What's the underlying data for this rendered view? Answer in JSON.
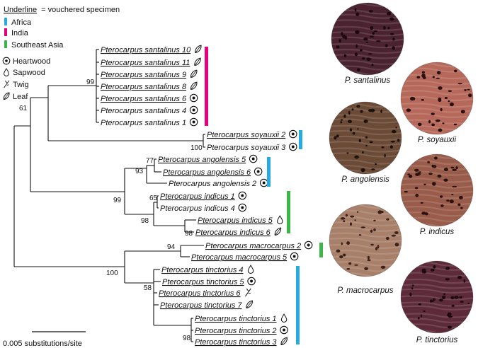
{
  "legend": {
    "underline_word": "Underline",
    "underline_rest": "= vouchered specimen",
    "regions": [
      {
        "label": "Africa",
        "color": "#27aae1"
      },
      {
        "label": "India",
        "color": "#e6007e"
      },
      {
        "label": "Southeast Asia",
        "color": "#3db54a"
      }
    ],
    "tissues": [
      {
        "label": "Heartwood",
        "icon": "heartwood-icon"
      },
      {
        "label": "Sapwood",
        "icon": "sapwood-icon"
      },
      {
        "label": "Twig",
        "icon": "twig-icon"
      },
      {
        "label": "Leaf",
        "icon": "leaf-icon"
      }
    ]
  },
  "taxa": [
    {
      "label": "Pterocarpus santalinus 10",
      "underlined": true,
      "icon": "leaf-icon"
    },
    {
      "label": "Pterocarpus santalinus 11",
      "underlined": true,
      "icon": "leaf-icon"
    },
    {
      "label": "Pterocarpus santalinus 9",
      "underlined": true,
      "icon": "leaf-icon"
    },
    {
      "label": "Pterocarpus santalinus 8",
      "underlined": true,
      "icon": "leaf-icon"
    },
    {
      "label": "Pterocarpus santalinus 6",
      "underlined": true,
      "icon": "heartwood-icon"
    },
    {
      "label": "Pterocarpus santalinus 4",
      "underlined": false,
      "icon": "heartwood-icon"
    },
    {
      "label": "Pterocarpus santalinus 1",
      "underlined": false,
      "icon": "heartwood-icon"
    },
    {
      "label": "Pterocarpus soyauxii 2",
      "underlined": true,
      "icon": "heartwood-icon"
    },
    {
      "label": "Pterocarpus soyauxii 3",
      "underlined": false,
      "icon": "heartwood-icon"
    },
    {
      "label": "Pterocarpus angolensis 5",
      "underlined": true,
      "icon": "heartwood-icon"
    },
    {
      "label": "Pterocarpus angolensis 6",
      "underlined": true,
      "icon": "heartwood-icon"
    },
    {
      "label": "Pterocarpus angolensis 2",
      "underlined": false,
      "icon": "heartwood-icon"
    },
    {
      "label": "Pterocarpus indicus 1",
      "underlined": true,
      "icon": "heartwood-icon"
    },
    {
      "label": "Pterocarpus indicus 4",
      "underlined": false,
      "icon": "heartwood-icon"
    },
    {
      "label": "Pterocarpus indicus 5",
      "underlined": true,
      "icon": "sapwood-icon"
    },
    {
      "label": "Pterocarpus indicus 6",
      "underlined": true,
      "icon": "leaf-icon"
    },
    {
      "label": "Pterocarpus macrocarpus 2",
      "underlined": true,
      "icon": "heartwood-icon"
    },
    {
      "label": "Pterocarpus macrocarpus 5",
      "underlined": true,
      "icon": "heartwood-icon"
    },
    {
      "label": "Pterocarpus tinctorius 4",
      "underlined": true,
      "icon": "sapwood-icon"
    },
    {
      "label": "Pterocarpus tinctorius 5",
      "underlined": true,
      "icon": "heartwood-icon"
    },
    {
      "label": "Pterocarpus tinctorius 6",
      "underlined": true,
      "icon": "twig-icon"
    },
    {
      "label": "Pterocarpus tinctorius 7",
      "underlined": true,
      "icon": "leaf-icon"
    },
    {
      "label": "Pterocarpus tinctorius 1",
      "underlined": true,
      "icon": "sapwood-icon"
    },
    {
      "label": "Pterocarpus tinctorius 2",
      "underlined": true,
      "icon": "heartwood-icon"
    },
    {
      "label": "Pterocarpus tinctorius 3",
      "underlined": true,
      "icon": "leaf-icon"
    }
  ],
  "bootstrap": {
    "santalinus": "99",
    "root_upper": "61",
    "soyauxii": "100",
    "angolensis_a": "77",
    "angolensis_b": "93",
    "indicus_pair": "65",
    "angol_indicus": "99",
    "indicus_all": "98",
    "indicus_56": "98",
    "macrocarpus": "94",
    "macro_tinct": "100",
    "tinct": "58",
    "tinct_123": "98"
  },
  "scale_bar": {
    "label": "0.005 substitutions/site"
  },
  "region_bars": [
    {
      "region": "India",
      "color": "#e6007e"
    },
    {
      "region": "Africa",
      "color": "#27aae1"
    },
    {
      "region": "Africa",
      "color": "#27aae1"
    },
    {
      "region": "Southeast Asia",
      "color": "#3db54a"
    },
    {
      "region": "Southeast Asia",
      "color": "#3db54a"
    },
    {
      "region": "Africa",
      "color": "#27aae1"
    }
  ],
  "wood_images": [
    {
      "caption": "P. santalinus",
      "base": "#4a2230",
      "pore": "#1a0a10"
    },
    {
      "caption": "P. soyauxii",
      "base": "#b6695a",
      "pore": "#2a1010"
    },
    {
      "caption": "P. angolensis",
      "base": "#6b4a36",
      "pore": "#1c120c"
    },
    {
      "caption": "P. indicus",
      "base": "#9a5c4a",
      "pore": "#2a120e"
    },
    {
      "caption": "P. macrocarpus",
      "base": "#a8806a",
      "pore": "#3a2018"
    },
    {
      "caption": "P. tinctorius",
      "base": "#5c2a38",
      "pore": "#1e0a12"
    }
  ]
}
